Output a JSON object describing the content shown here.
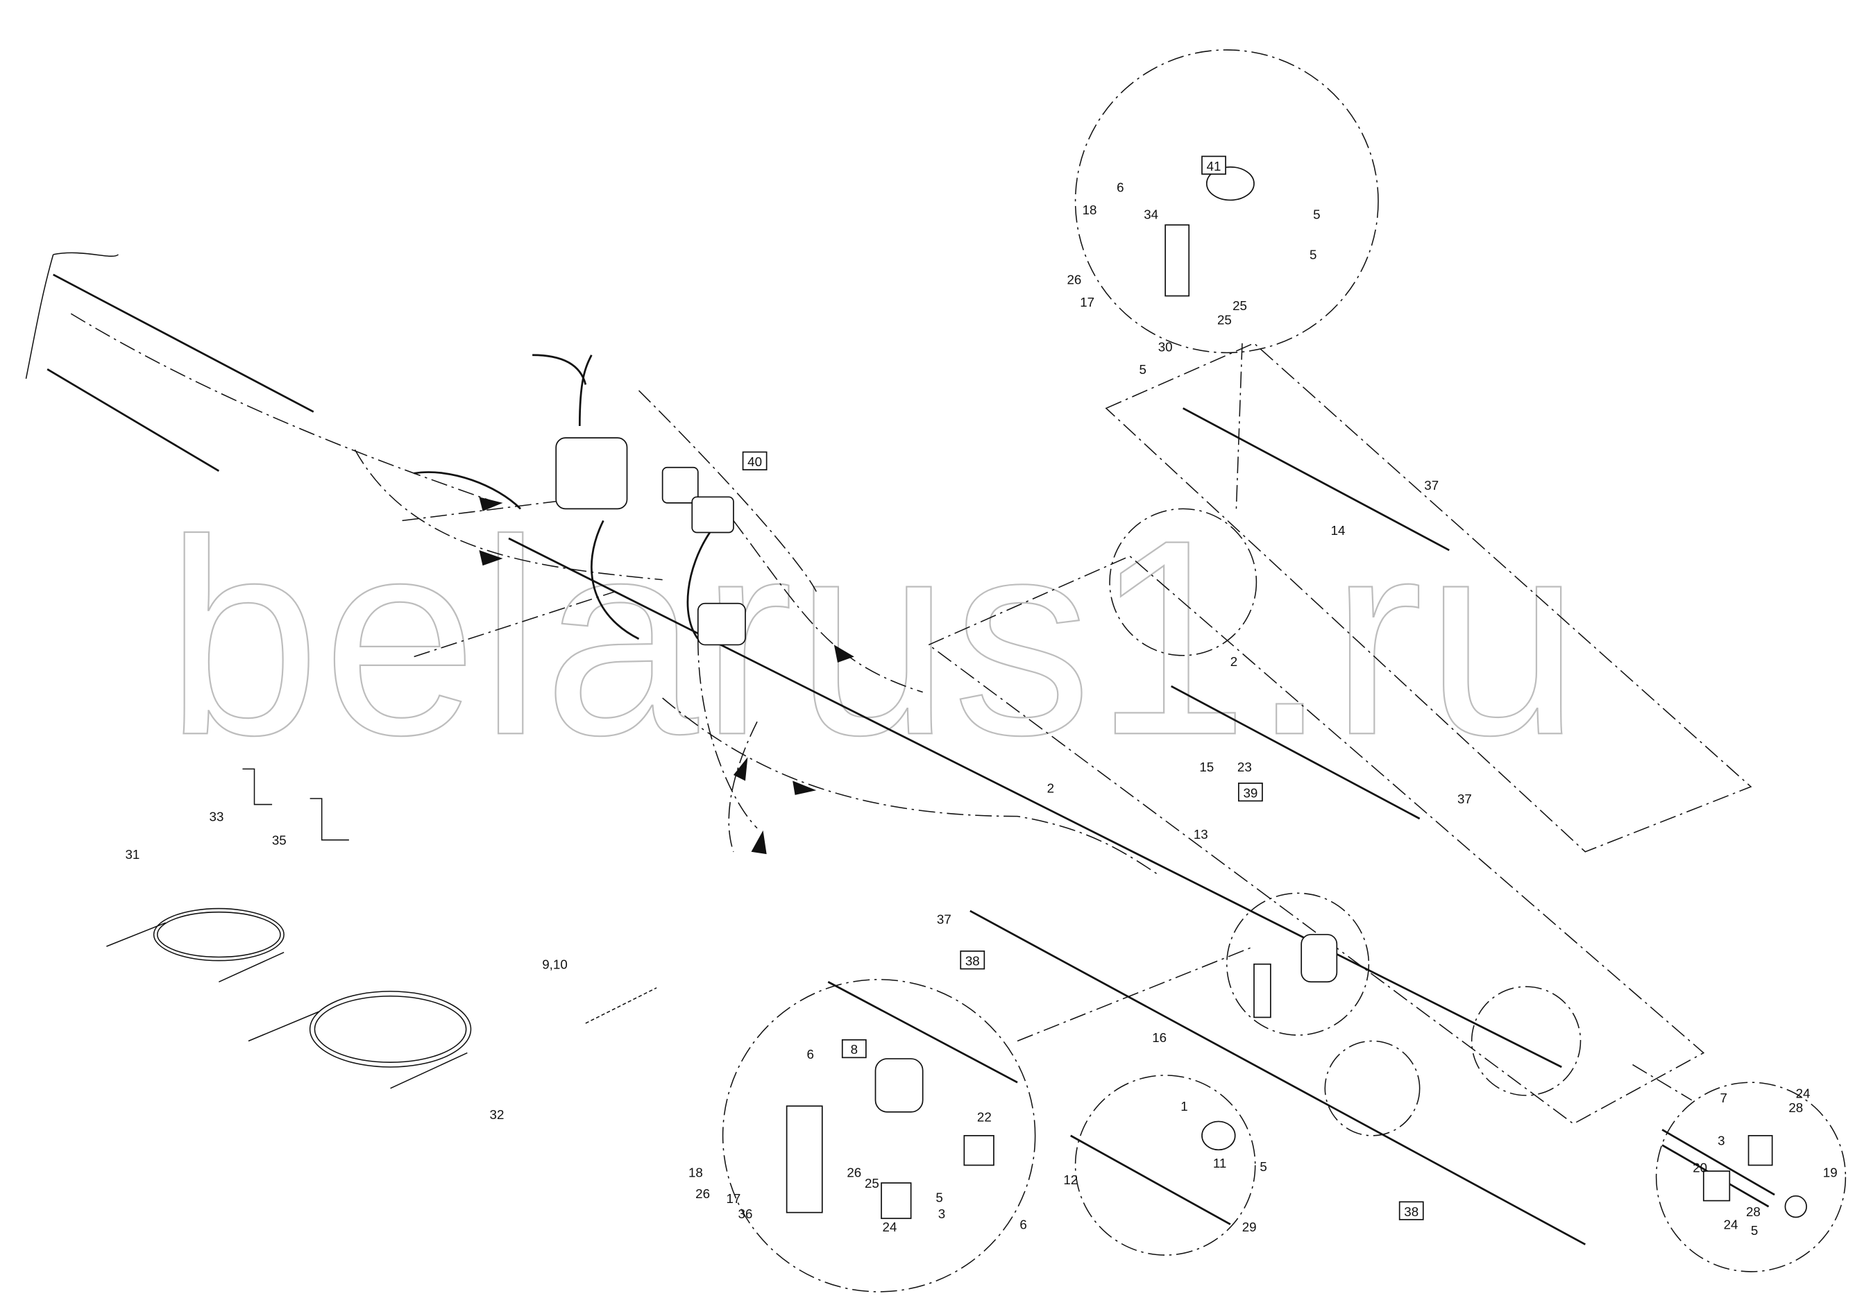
{
  "watermark": "belarus1.ru",
  "labels": [
    "41",
    "6",
    "5",
    "18",
    "34",
    "5",
    "26",
    "17",
    "25",
    "25",
    "30",
    "5",
    "37",
    "14",
    "40",
    "2",
    "15",
    "23",
    "39",
    "37",
    "2",
    "13",
    "37",
    "38",
    "33",
    "35",
    "31",
    "32",
    "9,10",
    "16",
    "8",
    "6",
    "22",
    "18",
    "26",
    "17",
    "26",
    "25",
    "36",
    "5",
    "3",
    "6",
    "24",
    "1",
    "11",
    "5",
    "12",
    "29",
    "38",
    "7",
    "24",
    "28",
    "3",
    "19",
    "20",
    "28",
    "24",
    "5"
  ],
  "boxed_labels": [
    "41",
    "40",
    "39",
    "38",
    "8",
    "38"
  ]
}
